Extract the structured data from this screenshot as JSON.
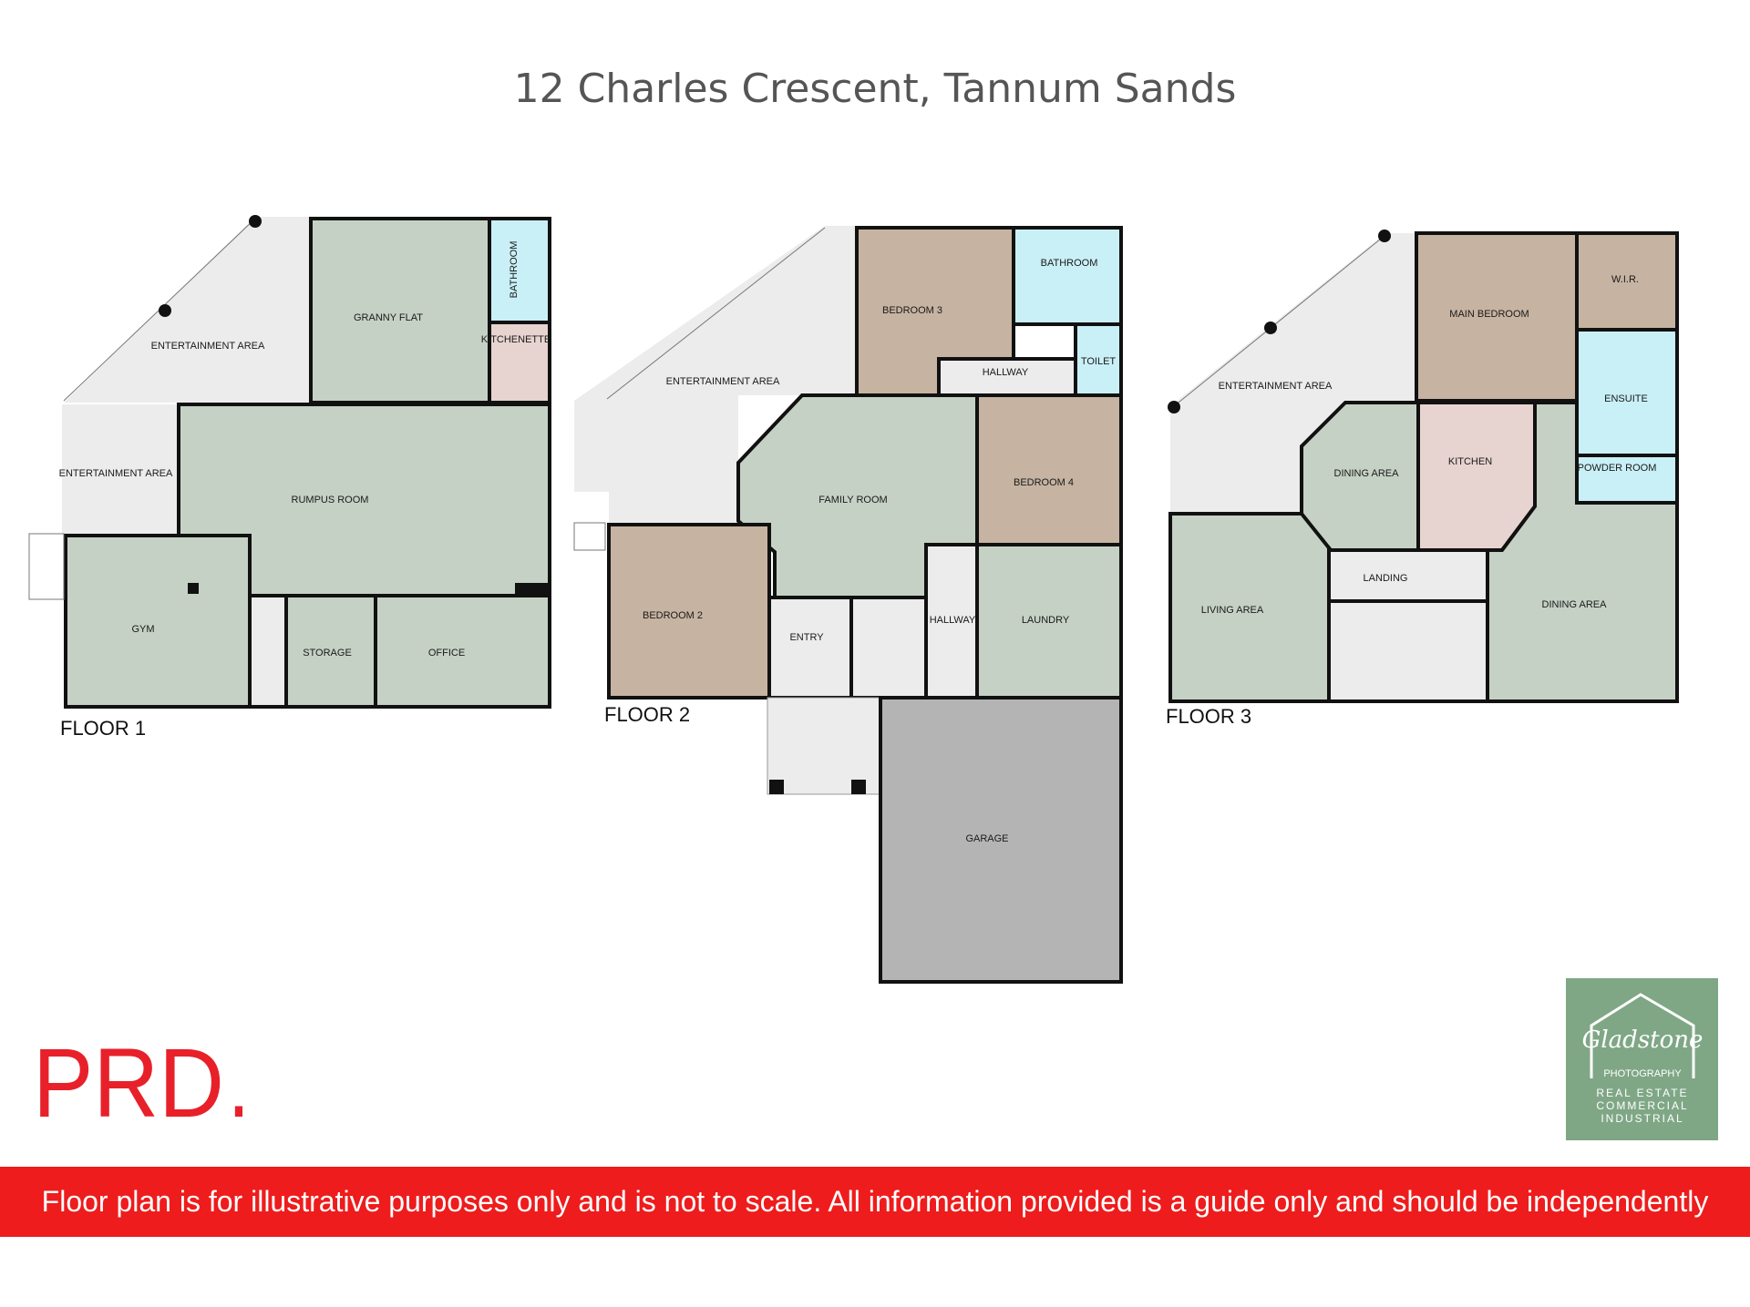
{
  "title": "12 Charles Crescent, Tannum Sands",
  "disclaimer": "Floor plan is for illustrative purposes only and is not to scale. All information provided is a guide only and should be independently verified.",
  "logo": {
    "text": "PRD",
    "dot": ".",
    "color": "#e8202a"
  },
  "badge": {
    "script": "Gladstone",
    "line1": "PHOTOGRAPHY",
    "line2": "REAL ESTATE",
    "line3": "COMMERCIAL",
    "line4": "INDUSTRIAL",
    "color": "#7fa786"
  },
  "colors": {
    "wall": "#111111",
    "living": "#c5d1c5",
    "bedroom": "#c6b3a1",
    "wet": "#c9f0f7",
    "kitchen": "#e7d3cf",
    "outdoor": "#ececec",
    "garage": "#b4b4b4",
    "banner": "#ee1c1c"
  },
  "floors": [
    {
      "label": "FLOOR 1",
      "rooms": [
        "ENTERTAINMENT AREA",
        "GRANNY FLAT",
        "BATHROOM",
        "KITCHENETTE",
        "ENTERTAINMENT AREA",
        "RUMPUS ROOM",
        "GYM",
        "STORAGE",
        "OFFICE"
      ]
    },
    {
      "label": "FLOOR 2",
      "rooms": [
        "ENTERTAINMENT AREA",
        "BEDROOM 3",
        "BATHROOM",
        "TOILET",
        "HALLWAY",
        "FAMILY ROOM",
        "BEDROOM 4",
        "BEDROOM 2",
        "ENTRY",
        "HALLWAY",
        "LAUNDRY",
        "GARAGE"
      ]
    },
    {
      "label": "FLOOR 3",
      "rooms": [
        "ENTERTAINMENT AREA",
        "MAIN BEDROOM",
        "W.I.R.",
        "ENSUITE",
        "DINING AREA",
        "KITCHEN",
        "POWDER ROOM",
        "LANDING",
        "LIVING AREA",
        "DINING AREA"
      ]
    }
  ]
}
